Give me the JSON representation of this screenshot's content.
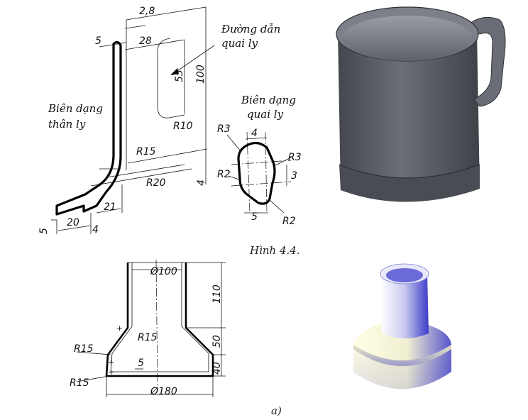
{
  "top_drawing": {
    "dims": {
      "d_2_8": "2,8",
      "d_5": "5",
      "d_28": "28",
      "d_55": "55",
      "d_100": "100",
      "d_R10": "R10",
      "d_R15": "R15",
      "d_R20": "R20",
      "d_4_right": "4",
      "d_5_bottom": "5",
      "d_20": "20",
      "d_21": "21",
      "d_4_bottom": "4"
    },
    "label_handle_path_1": "Đường dẫn",
    "label_handle_path_2": "quai ly",
    "label_body_1": "Biên dạng",
    "label_body_2": "thân ly",
    "label_handle_profile_1": "Biên dạng",
    "label_handle_profile_2": "quai ly",
    "handle_dims": {
      "r3_left": "R3",
      "r3_right": "R3",
      "d4": "4",
      "r2_left": "R2",
      "r2_right": "R2",
      "d3": "3",
      "d5": "5"
    },
    "caption": "Hình 4.4."
  },
  "bottom_drawing": {
    "dims": {
      "d_100": "Ø100",
      "d_110": "110",
      "r15_a": "R15",
      "r15_b": "R15",
      "r15_c": "R15",
      "d_50": "50",
      "d_40": "40",
      "d_5": "5",
      "d_180": "Ø180"
    },
    "caption": "a)"
  },
  "colors": {
    "mug": "#5a5d66",
    "mug_dark": "#3c3e45",
    "vase_light": "#f6f4d8",
    "vase_blue": "#4a4ad0"
  }
}
